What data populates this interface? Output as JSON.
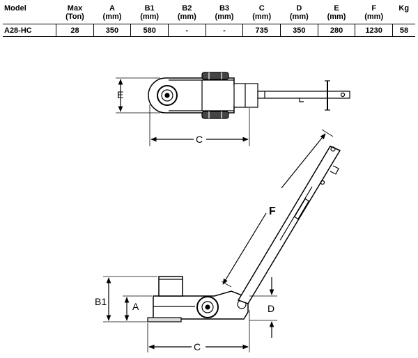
{
  "spec": {
    "headers": [
      {
        "line1": "Model",
        "line2": ""
      },
      {
        "line1": "Max",
        "line2": "(Ton)"
      },
      {
        "line1": "A",
        "line2": "(mm)"
      },
      {
        "line1": "B1",
        "line2": "(mm)"
      },
      {
        "line1": "B2",
        "line2": "(mm)"
      },
      {
        "line1": "B3",
        "line2": "(mm)"
      },
      {
        "line1": "C",
        "line2": "(mm)"
      },
      {
        "line1": "D",
        "line2": "(mm)"
      },
      {
        "line1": "E",
        "line2": "(mm)"
      },
      {
        "line1": "F",
        "line2": "(mm)"
      },
      {
        "line1": "Kg",
        "line2": ""
      }
    ],
    "row": [
      "A28-HC",
      "28",
      "350",
      "580",
      "-",
      "-",
      "735",
      "350",
      "280",
      "1230",
      "58"
    ]
  },
  "labels": {
    "top_e": "E",
    "top_c": "C",
    "side_f": "F",
    "side_b1": "B1",
    "side_a": "A",
    "side_d": "D",
    "side_c": "C"
  }
}
